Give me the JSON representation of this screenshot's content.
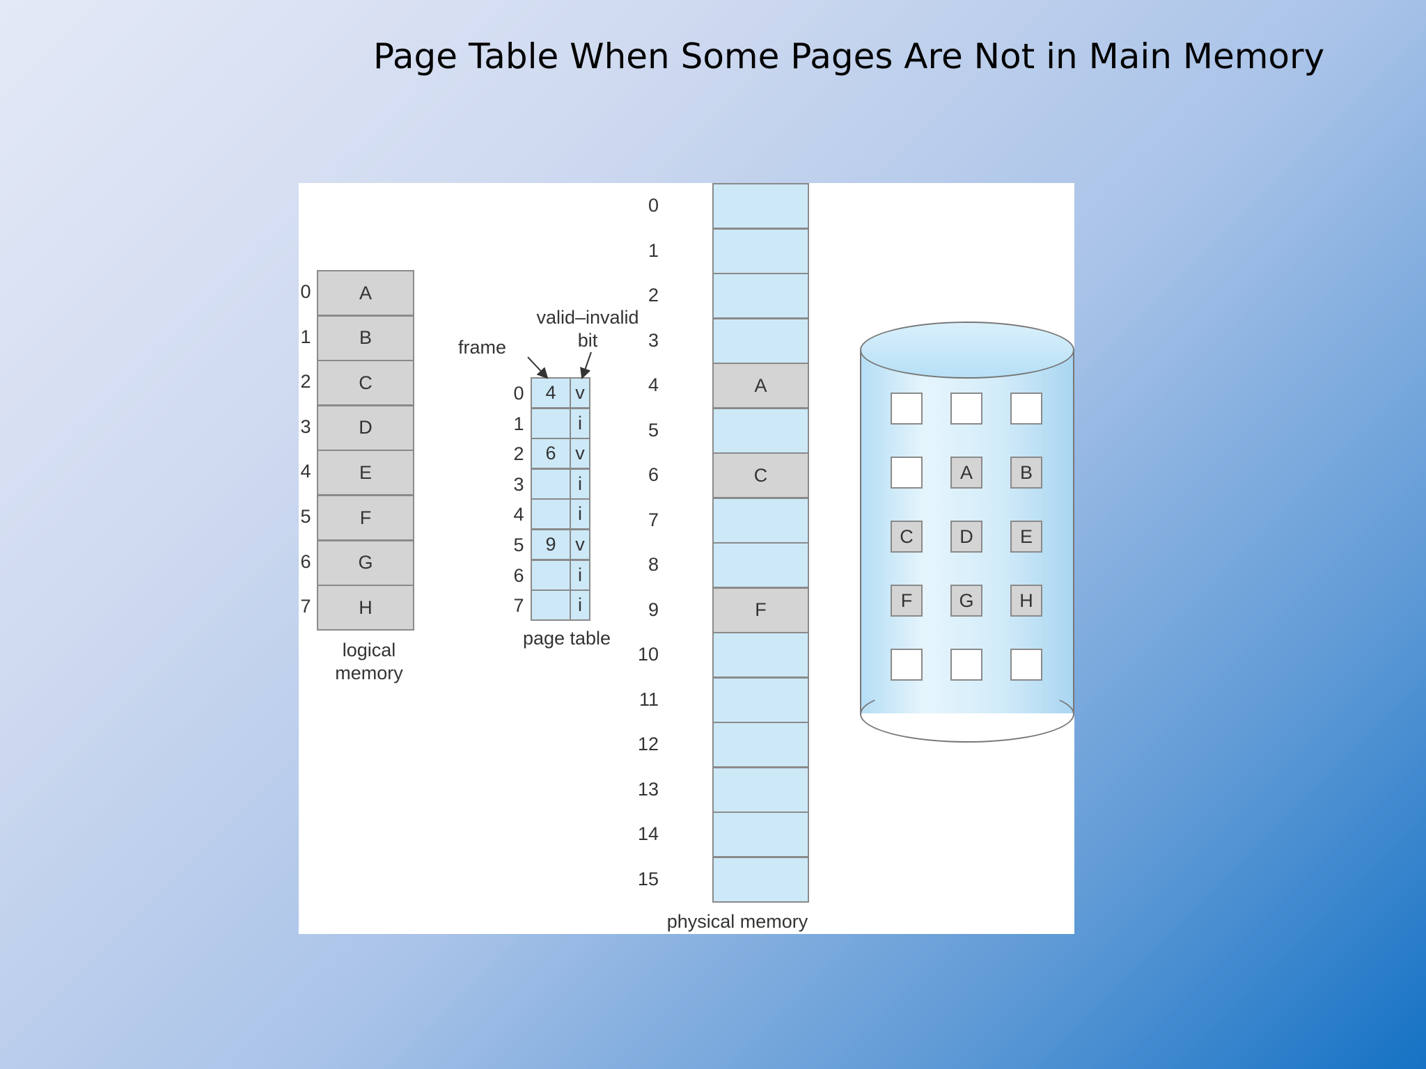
{
  "title": "Page Table When Some Pages Are Not in Main Memory",
  "logical_memory": {
    "pages": [
      "A",
      "B",
      "C",
      "D",
      "E",
      "F",
      "G",
      "H"
    ],
    "caption_line1": "logical",
    "caption_line2": "memory"
  },
  "page_table": {
    "frame_label": "frame",
    "bit_label_line1": "valid–invalid",
    "bit_label_line2": "bit",
    "entries": [
      {
        "frame": "4",
        "bit": "v"
      },
      {
        "frame": "",
        "bit": "i"
      },
      {
        "frame": "6",
        "bit": "v"
      },
      {
        "frame": "",
        "bit": "i"
      },
      {
        "frame": "",
        "bit": "i"
      },
      {
        "frame": "9",
        "bit": "v"
      },
      {
        "frame": "",
        "bit": "i"
      },
      {
        "frame": "",
        "bit": "i"
      }
    ],
    "caption": "page table"
  },
  "physical_memory": {
    "frames": [
      "",
      "",
      "",
      "",
      "A",
      "",
      "C",
      "",
      "",
      "F",
      "",
      "",
      "",
      "",
      "",
      ""
    ],
    "caption": "physical memory"
  },
  "disk": {
    "rows": [
      [
        "",
        "",
        ""
      ],
      [
        "",
        "A",
        "B"
      ],
      [
        "C",
        "D",
        "E"
      ],
      [
        "F",
        "G",
        "H"
      ],
      [
        "",
        "",
        ""
      ]
    ]
  },
  "colors": {
    "frame_fill": "#cde9f8",
    "occupied_fill": "#d4d4d4",
    "border": "#8a8a8a"
  }
}
